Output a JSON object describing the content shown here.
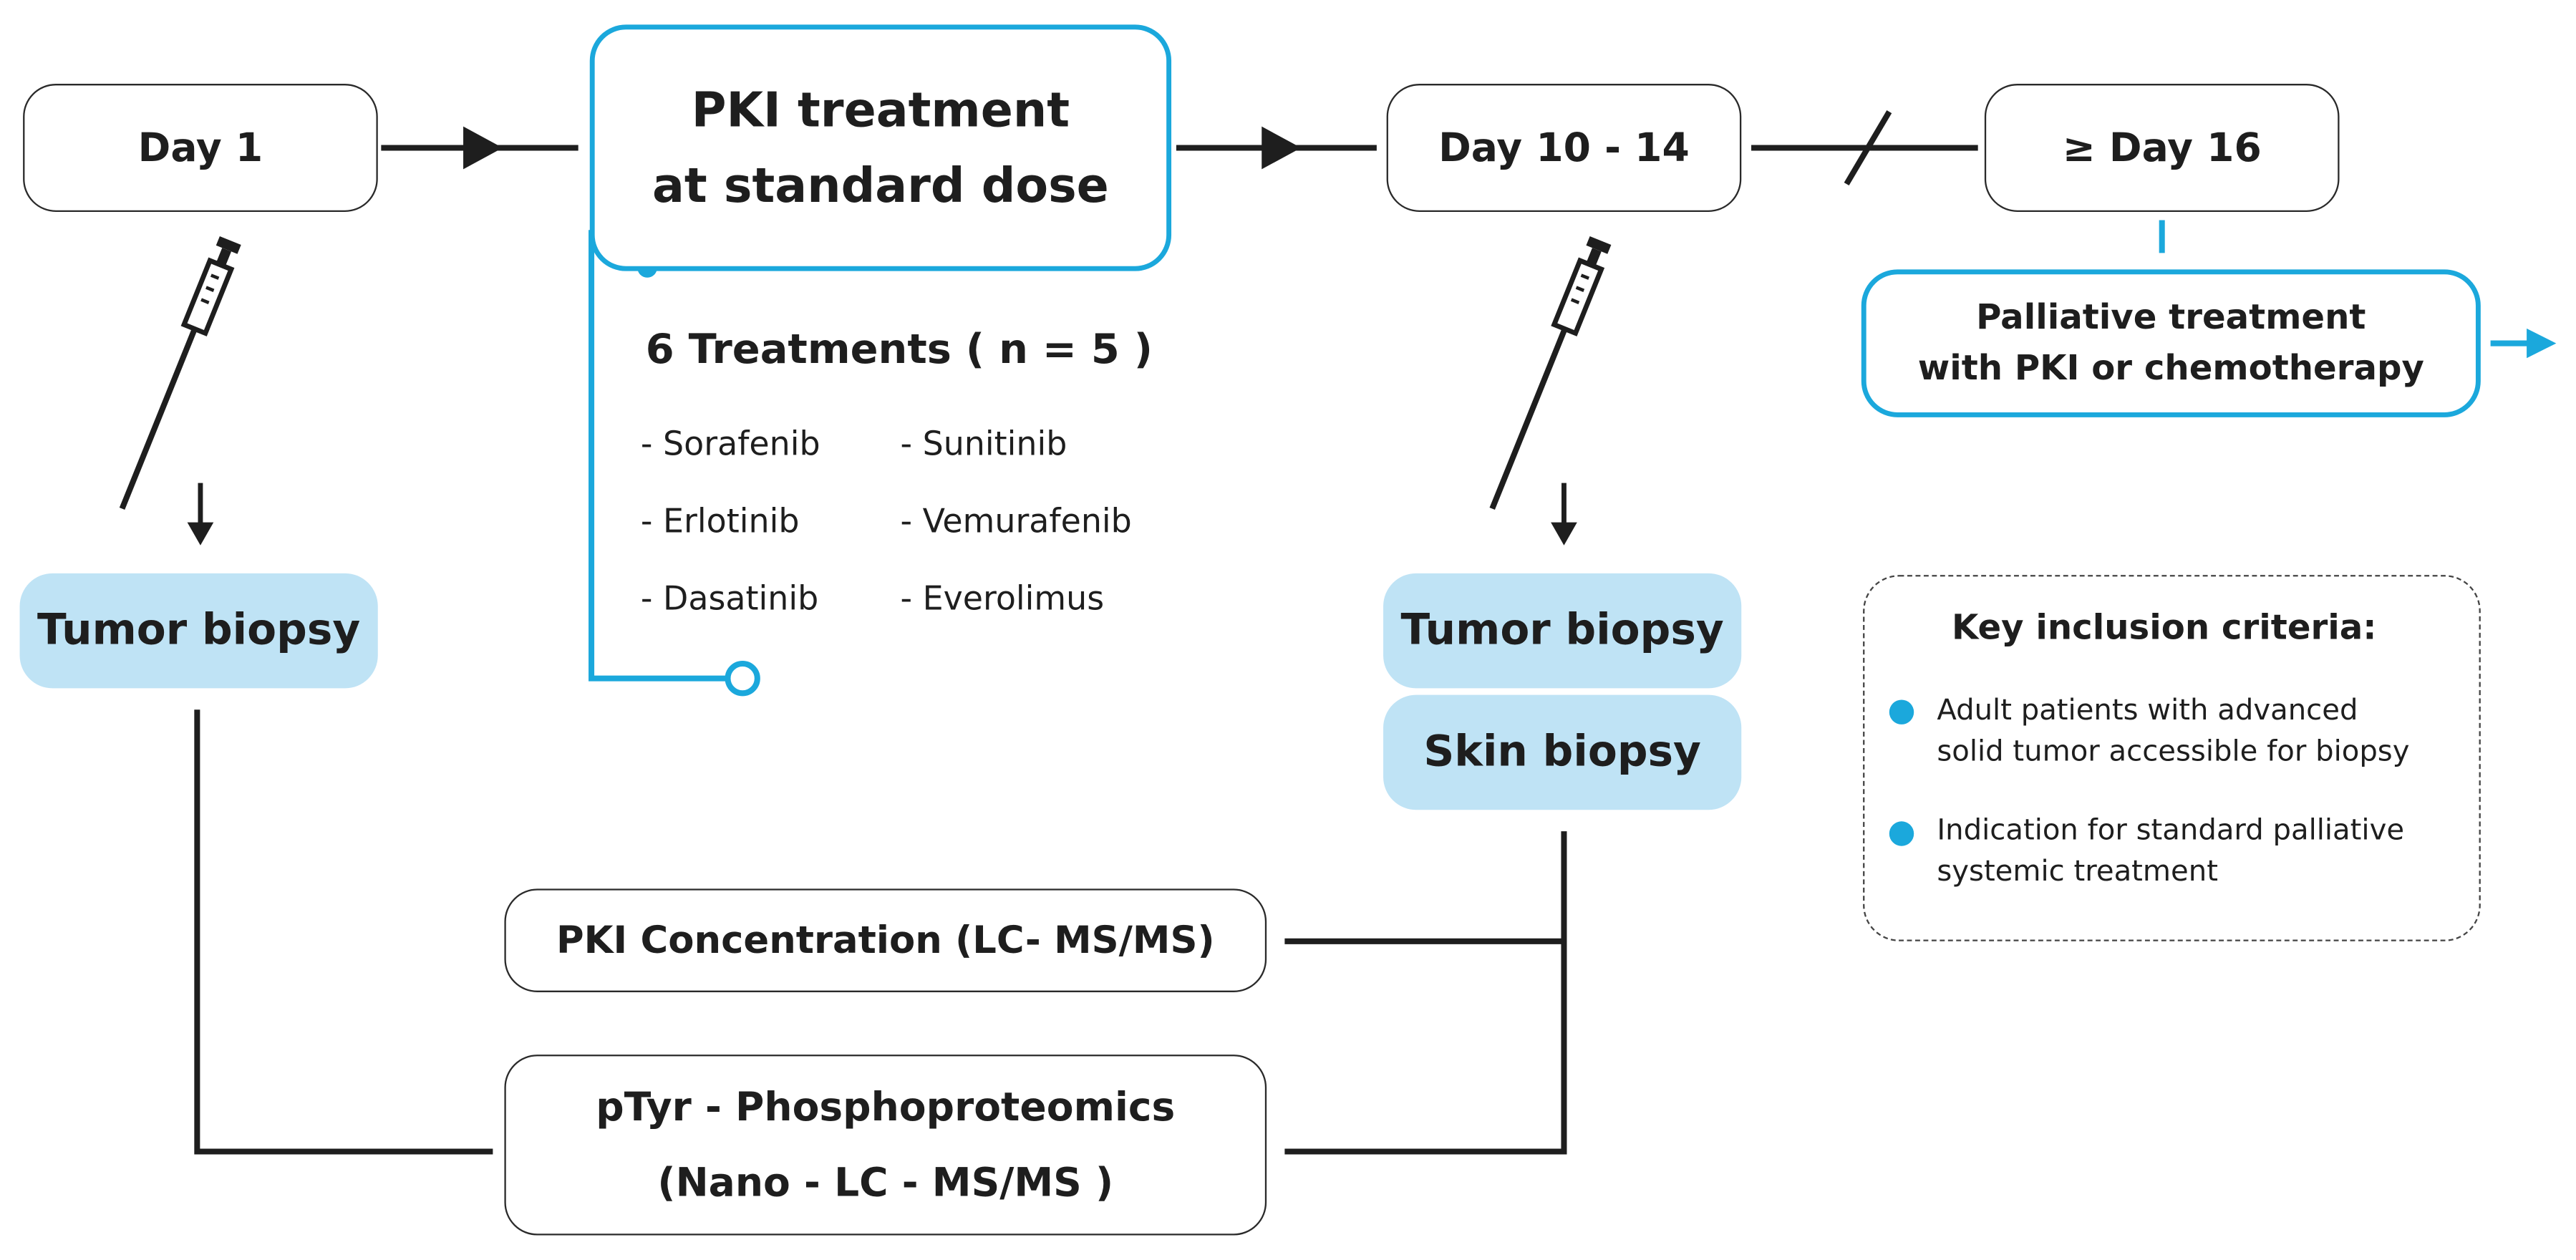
{
  "timeline": {
    "day1": "Day 1",
    "day10_14": "Day 10 - 14",
    "day16": "≥ Day 16"
  },
  "treatment": {
    "line1": "PKI treatment",
    "line2": "at standard dose",
    "subtitle": "6 Treatments ( n = 5 )",
    "drugs": [
      "- Sorafenib",
      "- Sunitinib",
      "- Erlotinib",
      "- Vemurafenib",
      "- Dasatinib",
      "- Everolimus"
    ]
  },
  "palliative": {
    "line1": "Palliative treatment",
    "line2": "with PKI or chemotherapy"
  },
  "biopsies": {
    "tumor_day1": "Tumor biopsy",
    "tumor_day10": "Tumor biopsy",
    "skin_day10": "Skin biopsy"
  },
  "assays": {
    "concentration": "PKI Concentration (LC- MS/MS)",
    "phospho_line1": "pTyr - Phosphoproteomics",
    "phospho_line2": "(Nano - LC - MS/MS )"
  },
  "criteria": {
    "title": "Key inclusion criteria:",
    "item1_line1": "Adult patients with advanced",
    "item1_line2": "solid tumor accessible for biopsy",
    "item2_line1": "Indication for standard palliative",
    "item2_line2": "systemic treatment"
  },
  "colors": {
    "accent": "#1ba8dc",
    "biopsy_fill": "#bfe3f5",
    "line": "#1e1e1e"
  },
  "icons": [
    "syringe-icon",
    "syringe-icon",
    "arrow-down-icon",
    "arrow-right-icon"
  ]
}
